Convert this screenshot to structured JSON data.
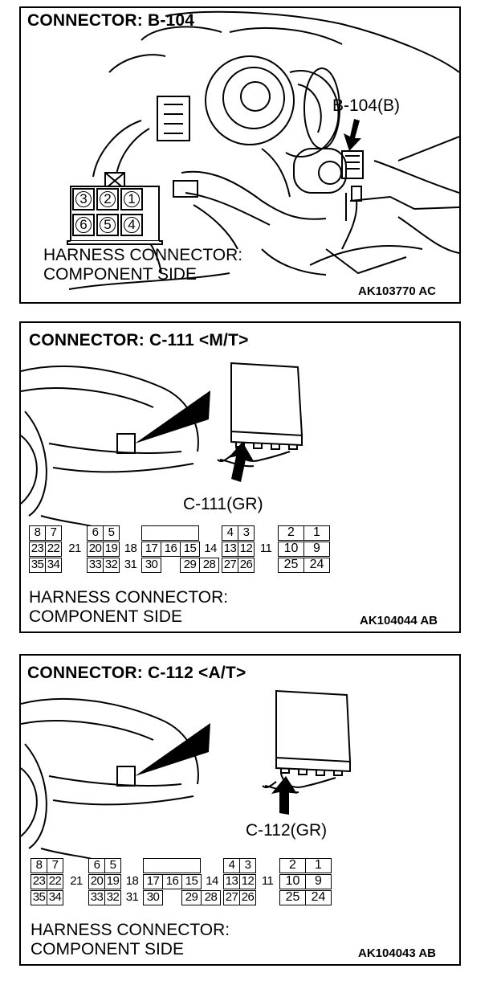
{
  "panels": [
    {
      "title": "CONNECTOR: B-104",
      "callout": "B-104(B)",
      "harness_line1": "HARNESS CONNECTOR:",
      "harness_line2": "COMPONENT SIDE",
      "ref": "AK103770 AC",
      "pins": {
        "top_row": [
          "3",
          "2",
          "1"
        ],
        "bottom_row": [
          "6",
          "5",
          "4"
        ]
      }
    },
    {
      "title": "CONNECTOR: C-111 <M/T>",
      "callout": "C-111(GR)",
      "harness_line1": "HARNESS CONNECTOR:",
      "harness_line2": "COMPONENT SIDE",
      "ref": "AK104044 AB"
    },
    {
      "title": "CONNECTOR: C-112 <A/T>",
      "callout": "C-112(GR)",
      "harness_line1": "HARNESS CONNECTOR:",
      "harness_line2": "COMPONENT SIDE",
      "ref": "AK104043 AB"
    }
  ],
  "ecu_pins": {
    "row1": [
      "8",
      "7",
      "",
      "6",
      "5",
      "",
      "",
      "4",
      "3",
      "",
      "2",
      "1"
    ],
    "row2": [
      "23",
      "22",
      "21",
      "20",
      "19",
      "18",
      "17",
      "16",
      "15",
      "14",
      "13",
      "12",
      "11",
      "10",
      "9"
    ],
    "row3": [
      "35",
      "34",
      "",
      "33",
      "32",
      "31",
      "30",
      "",
      "29",
      "28",
      "27",
      "26",
      "",
      "25",
      "24"
    ]
  }
}
